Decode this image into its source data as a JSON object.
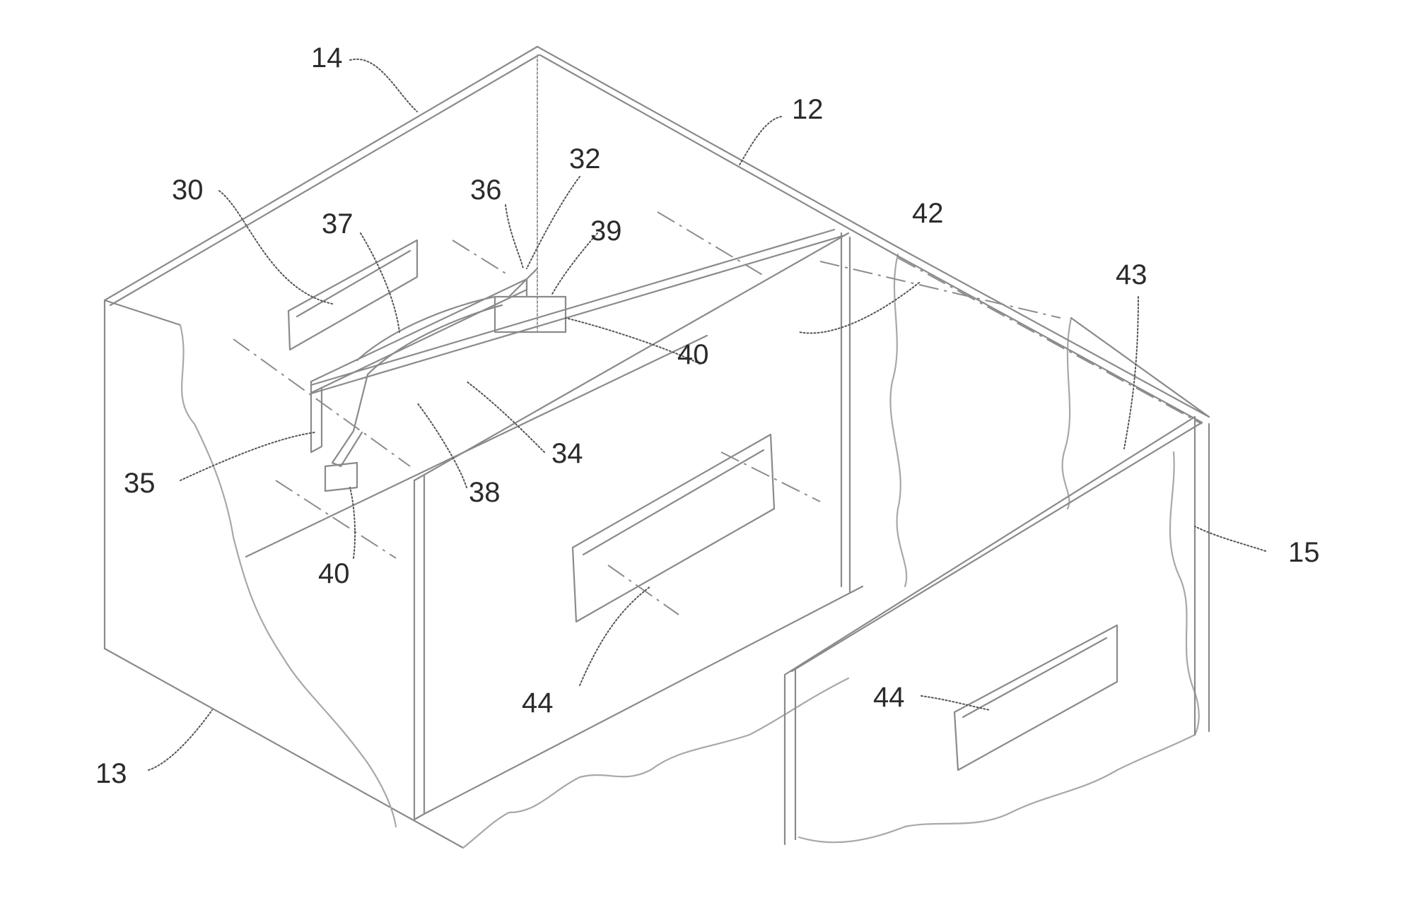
{
  "figure": {
    "labels": {
      "l14": "14",
      "l12": "12",
      "l30": "30",
      "l32": "32",
      "l36": "36",
      "l37": "37",
      "l39": "39",
      "l42": "42",
      "l40a": "40",
      "l43": "43",
      "l35": "35",
      "l34": "34",
      "l38": "38",
      "l40b": "40",
      "l15": "15",
      "l44a": "44",
      "l44b": "44",
      "l13": "13"
    }
  }
}
